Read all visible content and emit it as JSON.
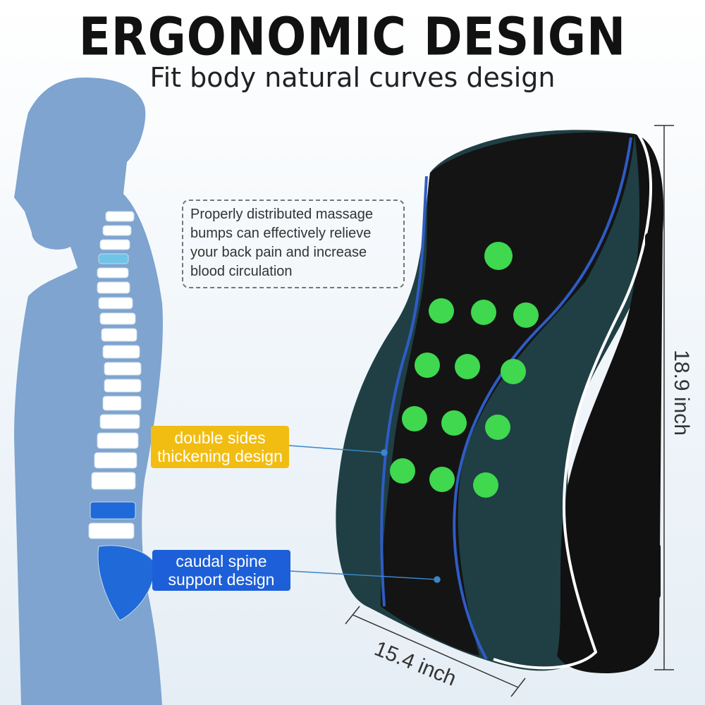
{
  "title": "ERGONOMIC DESIGN",
  "subtitle": "Fit body natural curves design",
  "callout": {
    "lines": [
      "Properly distributed massage",
      "bumps can effectively relieve",
      "your back pain and increase",
      "blood circulation"
    ]
  },
  "tags": {
    "double_sides": [
      "double sides",
      "thickening design"
    ],
    "caudal_spine": [
      "caudal spine",
      "support design"
    ]
  },
  "dimensions": {
    "height": "18.9 inch",
    "width": "15.4 inch"
  },
  "colors": {
    "silhouette": "#7ea4cf",
    "cushion": "#1f3f44",
    "mesh": "#141414",
    "piping": "#2f5cc4",
    "bumps": "#3fd84f",
    "tag_yellow": "#f2bd12",
    "tag_blue": "#1d5fd8"
  }
}
